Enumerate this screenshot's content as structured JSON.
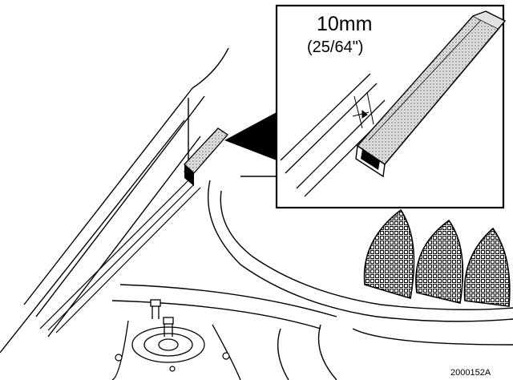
{
  "callout": {
    "dimension_metric": "10mm",
    "dimension_imperial": "(25/64\")"
  },
  "figure_id": "2000152A",
  "colors": {
    "line": "#000000",
    "background": "#ffffff",
    "foam_fill": "#d8d8d8"
  }
}
